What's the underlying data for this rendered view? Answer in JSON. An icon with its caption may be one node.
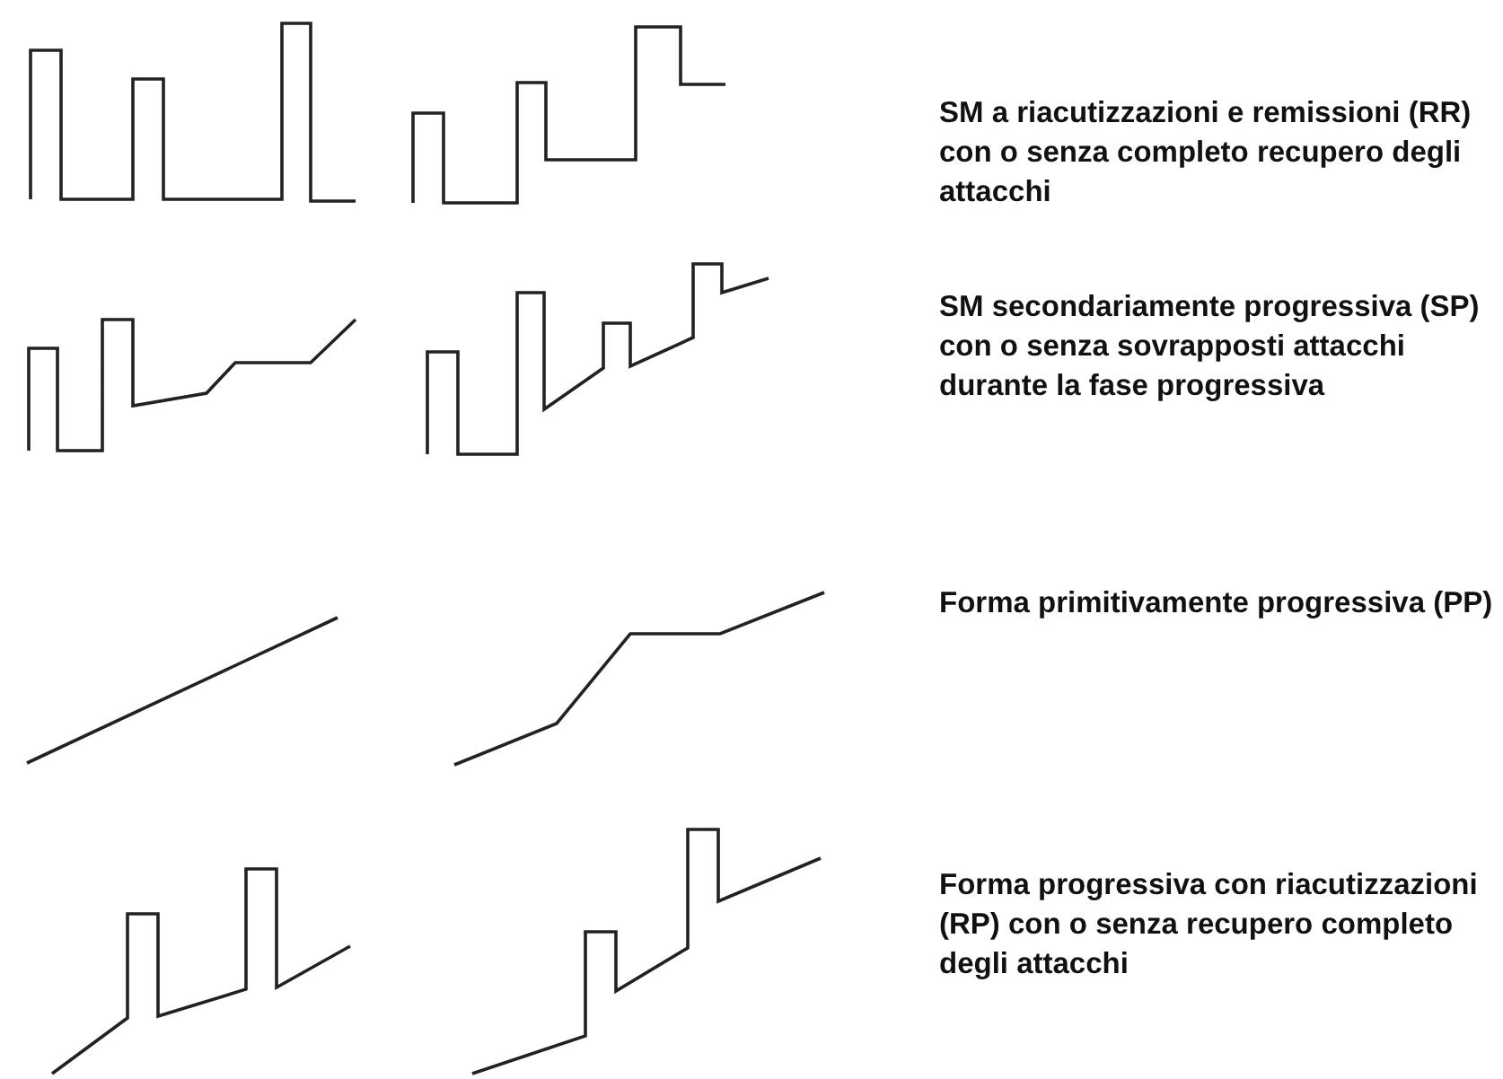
{
  "diagram": {
    "labels": [
      "SM a riacutizzazioni e remissioni (RR) con o senza completo recupero degli attacchi",
      "SM secondariamente progressiva (SP) con o senza sovrapposti attacchi durante la fase progressiva",
      "Forma primitivamente progressiva (PP)",
      "Forma progressiva con riacutizzazioni (RP) con o senza recupero completo degli attacchi"
    ]
  }
}
